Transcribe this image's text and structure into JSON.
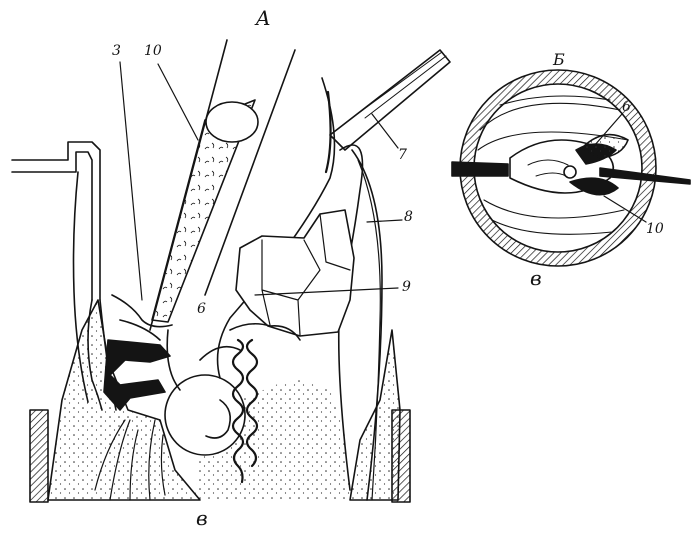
{
  "figure": {
    "panel_a_label": "A",
    "panel_b_label": "Б",
    "panel_a_bottom_label": "в",
    "panel_b_bottom_label": "в",
    "callouts": {
      "label_3": "3",
      "label_10_top": "10",
      "label_6_main": "6",
      "label_7": "7",
      "label_8": "8",
      "label_9": "9",
      "label_6_inset": "6",
      "label_10_inset": "10"
    },
    "colors": {
      "ink": "#141414",
      "paper": "#ffffff",
      "stipple": "#2a2a2a"
    }
  }
}
